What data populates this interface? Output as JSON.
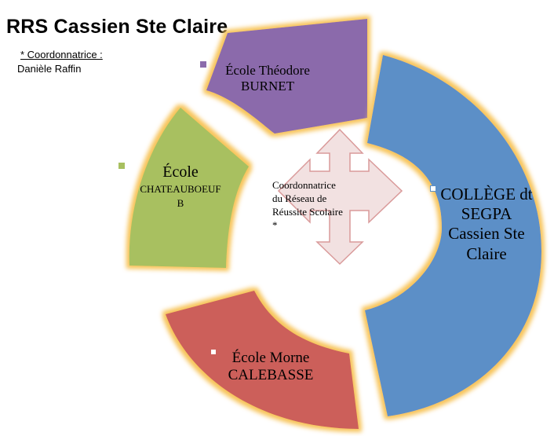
{
  "title": "RRS Cassien Ste Claire",
  "coordinator": {
    "label": "* Coordonnatrice :",
    "name": "Danièle Raffin"
  },
  "center": {
    "lines": [
      "Coordonnatrice",
      "du Réseau de",
      "Réussite Scolaire",
      "*"
    ]
  },
  "segments": [
    {
      "id": "burnet",
      "lines": [
        "École Théodore",
        "BURNET"
      ],
      "color": "#8b6bab"
    },
    {
      "id": "chateauboeuf",
      "lines": [
        "École",
        "CHATEAUBOEUF",
        "B"
      ],
      "color": "#a8c060"
    },
    {
      "id": "calebasse",
      "lines": [
        "École Morne",
        "CALEBASSE"
      ],
      "color": "#cc5f5a"
    },
    {
      "id": "college",
      "lines": [
        "COLLÈGE dt",
        "SEGPA",
        "Cassien Ste",
        "Claire"
      ],
      "color": "#5b8fc7"
    }
  ],
  "colors": {
    "glow": "#f7c45a",
    "arrow_fill": "#f2e1e1",
    "arrow_stroke": "#d99a9a"
  }
}
